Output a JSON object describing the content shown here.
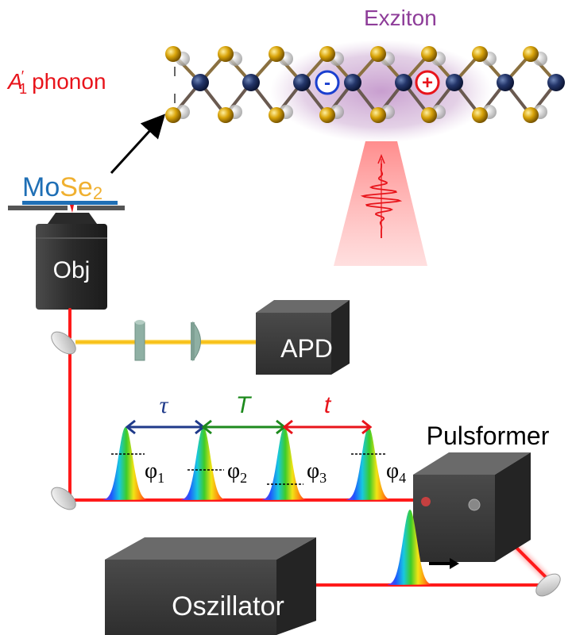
{
  "labels": {
    "exciton": "Exziton",
    "phonon": "A′₁ phonon",
    "phonon_main": "A",
    "phonon_prime": "′",
    "phonon_sub": "1",
    "phonon_word": "phonon",
    "material_mo": "Mo",
    "material_se": "Se",
    "material_sub": "2",
    "objective": "Obj",
    "apd": "APD",
    "pulseformer": "Pulsformer",
    "oscillator": "Oszillator",
    "delay_tau": "τ",
    "delay_T": "T",
    "delay_t": "t",
    "phi1": "φ",
    "phi1_sub": "1",
    "phi2": "φ",
    "phi2_sub": "2",
    "phi3": "φ",
    "phi3_sub": "3",
    "phi4": "φ",
    "phi4_sub": "4",
    "minus": "-",
    "plus": "+"
  },
  "colors": {
    "exciton_text": "#8e3d99",
    "phonon_text": "#e8141b",
    "mo_blue": "#1f6fb5",
    "se_yellow": "#f0b030",
    "tau_arrow": "#1f3a8a",
    "T_arrow": "#1d8a1d",
    "t_arrow": "#e8141b",
    "laser_red": "#ff1a1a",
    "box_dark": "#3c3c3c"
  }
}
